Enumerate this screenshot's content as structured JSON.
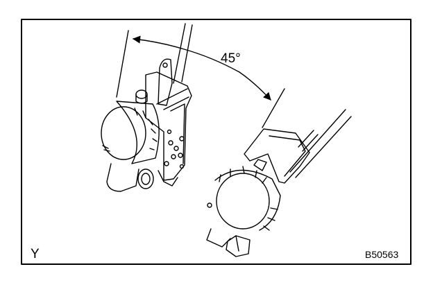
{
  "figure": {
    "angle": "45°",
    "corner_letter": "Y",
    "code": "B50563"
  },
  "colors": {
    "ink": "#000000",
    "background": "#ffffff"
  }
}
